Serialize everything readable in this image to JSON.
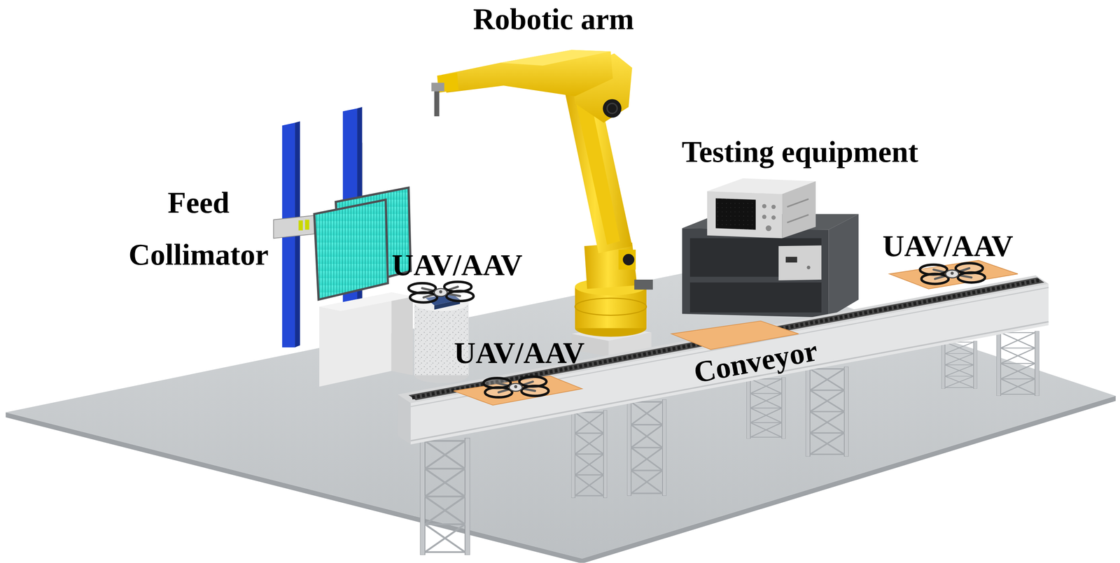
{
  "diagram": {
    "labels": [
      "Robotic arm",
      "Testing equipment",
      "Feed Collimator",
      "UAV/AAV",
      "UAV/AAV",
      "UAV/AAV",
      "Conveyor"
    ]
  }
}
